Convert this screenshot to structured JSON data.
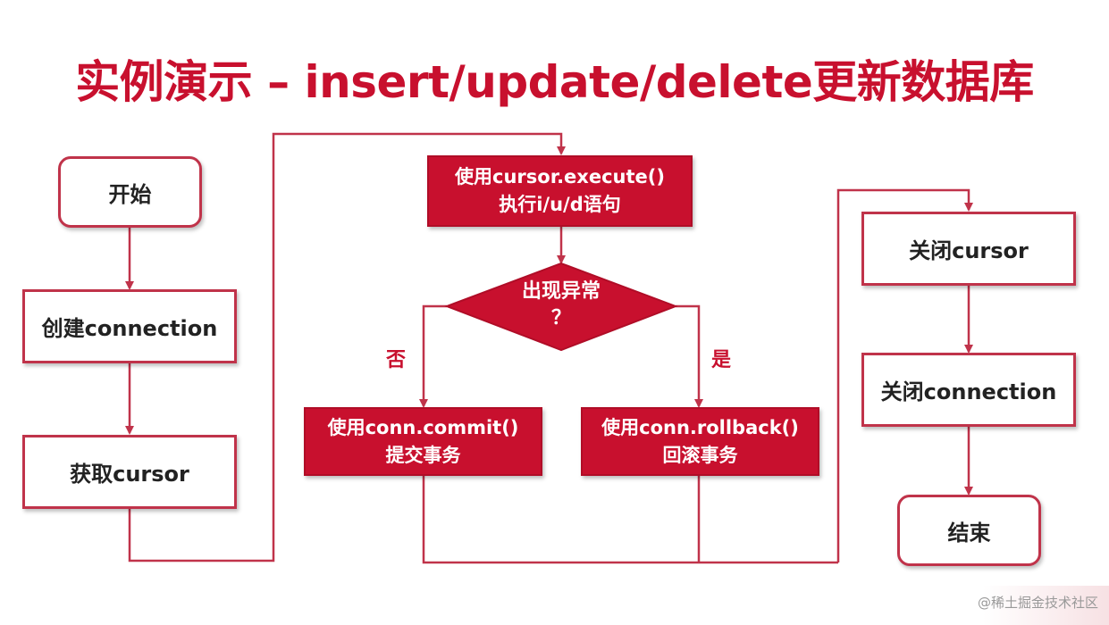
{
  "title": "实例演示 – insert/update/delete更新数据库",
  "nodes": {
    "start": "开始",
    "create_connection": "创建connection",
    "get_cursor": "获取cursor",
    "execute_line1": "使用cursor.execute()",
    "execute_line2": "执行i/u/d语句",
    "decision_line1": "出现异常",
    "decision_line2": "？",
    "commit_line1": "使用conn.commit()",
    "commit_line2": "提交事务",
    "rollback_line1": "使用conn.rollback()",
    "rollback_line2": "回滚事务",
    "close_cursor": "关闭cursor",
    "close_connection": "关闭connection",
    "end": "结束"
  },
  "branches": {
    "no": "否",
    "yes": "是"
  },
  "watermark": "@稀土掘金技术社区",
  "colors": {
    "accent": "#c8102e",
    "arrow": "#c0334a"
  }
}
